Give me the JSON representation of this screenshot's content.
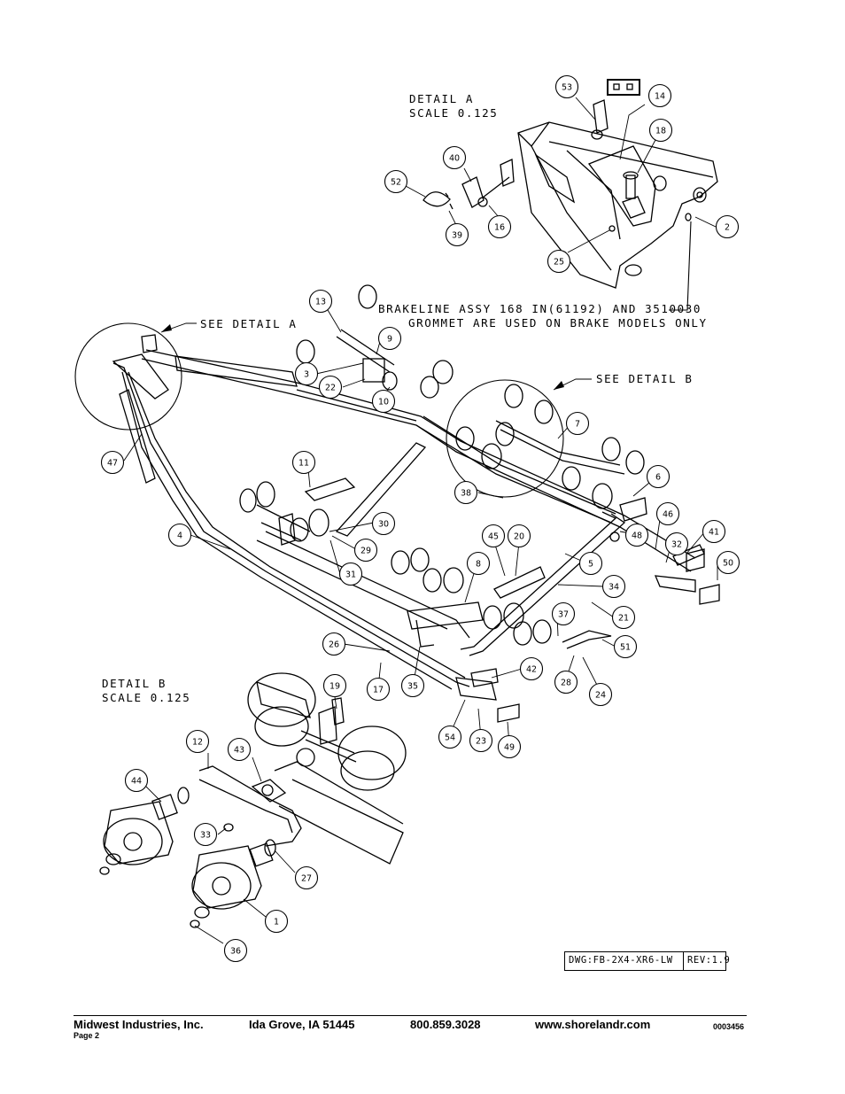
{
  "notes": {
    "detail_a_title": "DETAIL  A",
    "detail_a_scale": "SCALE  0.125",
    "detail_b_title": "DETAIL  B",
    "detail_b_scale": "SCALE  0.125",
    "see_detail_a": "SEE DETAIL  A",
    "see_detail_b": "SEE DETAIL  B",
    "brake_line_1": "BRAKELINE ASSY 168 IN(61192) AND 3510030",
    "brake_line_2": "GROMMET ARE USED ON BRAKE MODELS ONLY"
  },
  "title_block": {
    "dwg": "DWG:FB-2X4-XR6-LW",
    "rev": "REV:1.9"
  },
  "footer": {
    "company": "Midwest Industries, Inc.",
    "location": "Ida Grove, IA  51445",
    "phone": "800.859.3028",
    "website": "www.shorelandr.com",
    "doc_number": "0003456",
    "page": "Page 2"
  },
  "callouts": [
    "53",
    "14",
    "18",
    "2",
    "40",
    "52",
    "39",
    "16",
    "25",
    "13",
    "9",
    "3",
    "22",
    "10",
    "7",
    "6",
    "47",
    "11",
    "30",
    "29",
    "31",
    "38",
    "4",
    "45",
    "20",
    "8",
    "5",
    "34",
    "48",
    "46",
    "32",
    "41",
    "50",
    "21",
    "37",
    "51",
    "26",
    "17",
    "35",
    "42",
    "28",
    "24",
    "54",
    "23",
    "49",
    "19",
    "12",
    "43",
    "44",
    "33",
    "27",
    "1",
    "36"
  ]
}
